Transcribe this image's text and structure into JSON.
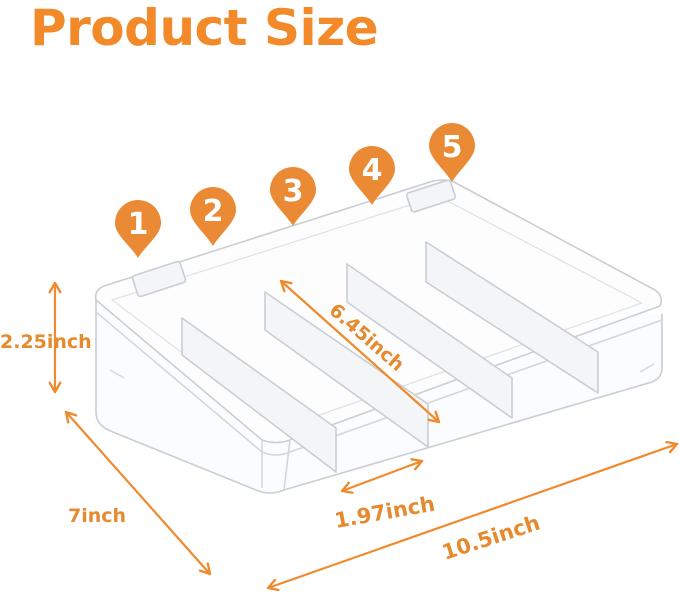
{
  "title": "Product Size",
  "colors": {
    "accent": "#f28a2a",
    "pin": "#ea8a34",
    "label": "#e58a2e",
    "outline": "#c9ced4"
  },
  "pins": [
    "1",
    "2",
    "3",
    "4",
    "5"
  ],
  "dimensions": {
    "height": "2.25inch",
    "depth": "7inch",
    "divider_length": "6.45inch",
    "compartment_width": "1.97inch",
    "length": "10.5inch"
  }
}
